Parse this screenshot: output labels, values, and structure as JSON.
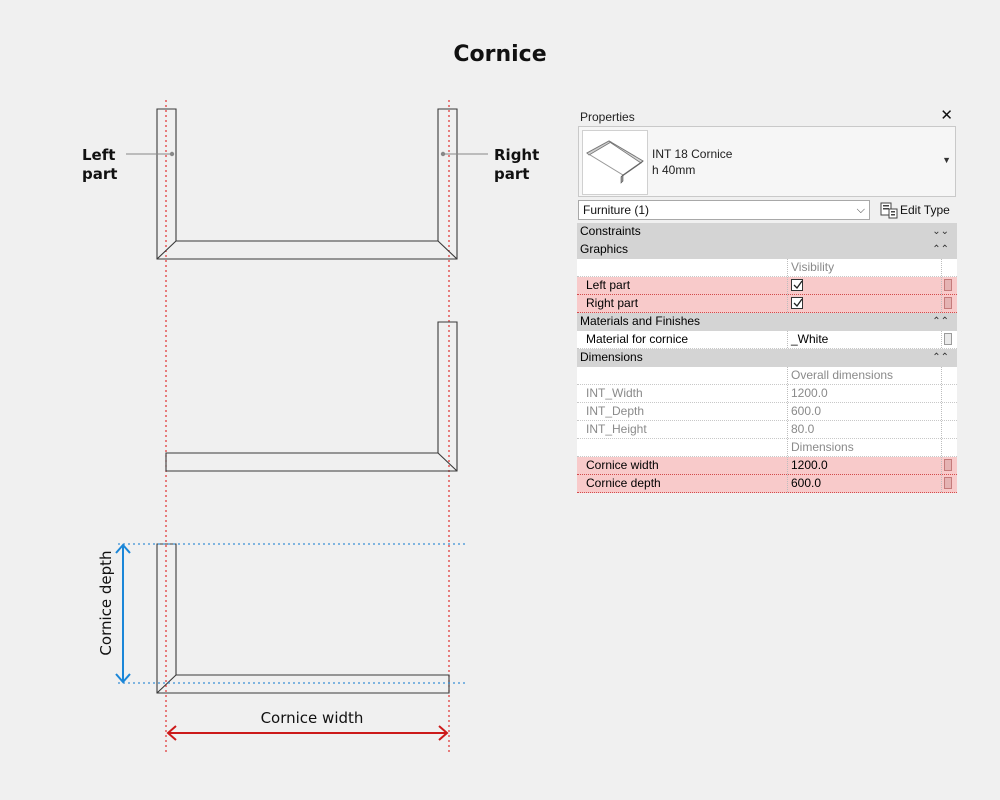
{
  "title": "Cornice",
  "labels": {
    "left_part": "Left\npart",
    "right_part": "Right\npart",
    "cornice_width": "Cornice width",
    "cornice_depth": "Cornice depth"
  },
  "colors": {
    "guide_red": "#e03030",
    "guide_blue": "#3a8fd6",
    "arrow_red": "#cc1a1a",
    "arrow_blue": "#1a86d8",
    "highlight": "#f8caca"
  },
  "properties": {
    "header": "Properties",
    "close_icon": "close-icon",
    "type_name_line1": "INT 18 Cornice",
    "type_name_line2": "h 40mm",
    "category_selected": "Furniture (1)",
    "edit_type_label": "Edit Type",
    "sections": {
      "constraints": "Constraints",
      "graphics": "Graphics",
      "materials": "Materials and Finishes",
      "dimensions": "Dimensions"
    },
    "rows": {
      "visibility_header": "Visibility",
      "left_part": "Left part",
      "right_part": "Right part",
      "material_label": "Material for cornice",
      "material_value": "_White",
      "overall_header": "Overall dimensions",
      "int_width_label": "INT_Width",
      "int_width_value": "1200.0",
      "int_depth_label": "INT_Depth",
      "int_depth_value": "600.0",
      "int_height_label": "INT_Height",
      "int_height_value": "80.0",
      "dimensions_header": "Dimensions",
      "cornice_width_label": "Cornice width",
      "cornice_width_value": "1200.0",
      "cornice_depth_label": "Cornice depth",
      "cornice_depth_value": "600.0"
    },
    "left_part_checked": true,
    "right_part_checked": true
  }
}
